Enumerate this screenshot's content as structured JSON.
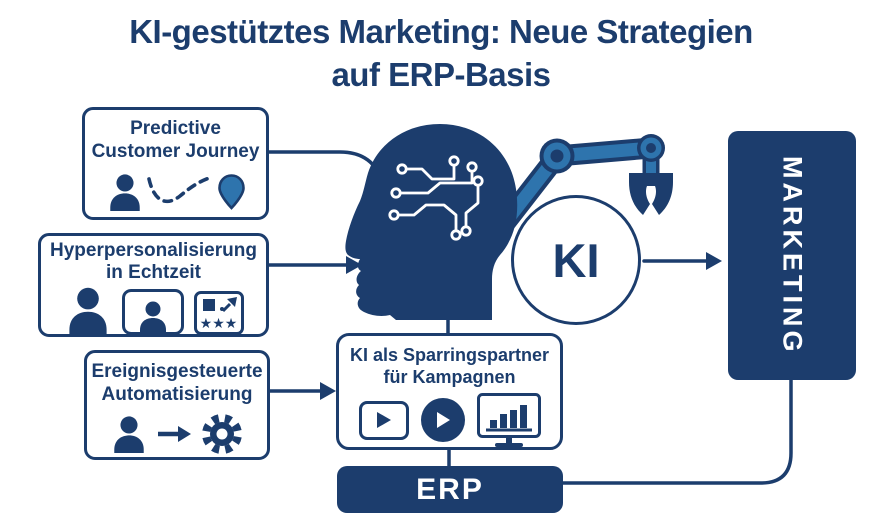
{
  "title": {
    "line1": "KI-gestütztes Marketing: Neue Strategien",
    "line2": "auf ERP-Basis"
  },
  "cards": {
    "predictive": {
      "title_line1": "Predictive",
      "title_line2": "Customer Journey"
    },
    "hyperpersonalisierung": {
      "title_line1": "Hyperpersonalisierung",
      "title_line2": "in Echtzeit",
      "rating_stars": "★★★"
    },
    "ereignisgesteuert": {
      "title_line1": "Ereignisgesteuerte",
      "title_line2": "Automatisierung"
    },
    "sparringspartner": {
      "title_line1": "KI als Sparringspartner",
      "title_line2": "für Kampagnen"
    }
  },
  "nodes": {
    "ki_label": "KI",
    "marketing_label": "MARKETING",
    "erp_label": "ERP"
  },
  "colors": {
    "navy": "#1c3d6d",
    "accent_blue": "#2e74ad",
    "background": "#ffffff"
  },
  "icons": {
    "person": "person silhouette",
    "route": "dashed journey path",
    "pin": "location pin",
    "videocall": "person on screen",
    "rating": "card with trend arrow and stars",
    "arrow": "right arrow",
    "gear": "gear wheel",
    "head": "head with circuit brain",
    "robot_arm": "robot gripper arm",
    "video_player": "video player frame",
    "play": "play button",
    "monitor": "monitor with bar chart"
  }
}
